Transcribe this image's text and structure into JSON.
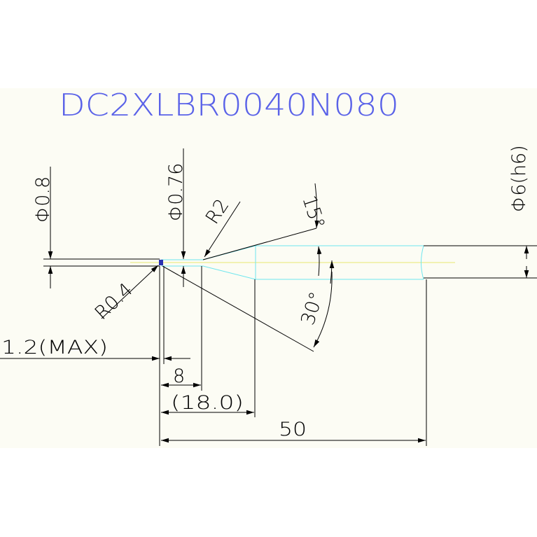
{
  "title": "DC2XLBR0040N080",
  "dimensions": {
    "tip_diameter": "Φ0.8",
    "neck_diameter": "Φ0.76",
    "shank_diameter": "Φ6(h6)",
    "corner_radius": "R0.4",
    "transition_radius": "R2",
    "cut_length": "1.2(MAX)",
    "effective_length": "8",
    "neck_length": "(18.0)",
    "overall_length": "50",
    "taper_angle": "15°",
    "included_angle": "30°"
  },
  "colors": {
    "background": "#fcfcf4",
    "title": "#5a62e8",
    "line": "#000000",
    "outline": "#6ee6ee",
    "centerline": "#e8e870",
    "tip": "#2a30b0"
  }
}
